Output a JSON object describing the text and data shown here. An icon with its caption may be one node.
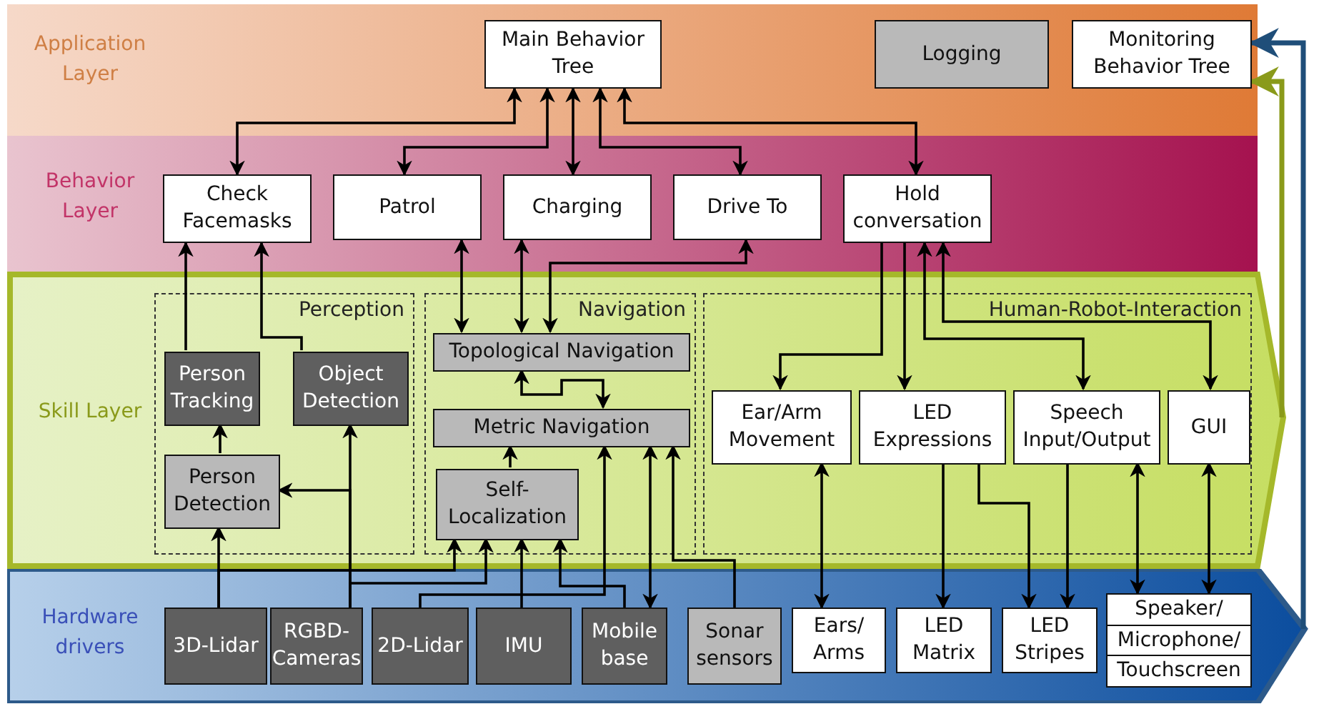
{
  "diagram": {
    "nodes": [
      {
        "text": [
          "Application Layer"
        ]
      },
      {
        "text": [
          "Main Behavior Tree"
        ],
        "in": 0
      },
      {
        "text": [
          "Logging"
        ],
        "in": 0
      },
      {
        "text": [
          "Monitoring Behavior Tree"
        ],
        "in": 0
      },
      {
        "text": [
          "Behavior Layer"
        ]
      },
      {
        "text": [
          "Check Facemasks"
        ],
        "in": 4
      },
      {
        "text": [
          "Patrol"
        ],
        "in": 4
      },
      {
        "text": [
          "Charging"
        ],
        "in": 4
      },
      {
        "text": [
          "Drive To"
        ],
        "in": 4
      },
      {
        "text": [
          "Hold conversation"
        ],
        "in": 4
      },
      {
        "text": [
          "Skill Layer"
        ]
      },
      {
        "text": [
          "Perception"
        ],
        "in": 10
      },
      {
        "text": [
          "Person Tracking"
        ],
        "in": 11
      },
      {
        "text": [
          "Object Detection"
        ],
        "in": 11
      },
      {
        "text": [
          "Person Detection"
        ],
        "in": 11
      },
      {
        "text": [
          "Navigation"
        ],
        "in": 10
      },
      {
        "text": [
          "Topological Navigation"
        ],
        "in": 15
      },
      {
        "text": [
          "Metric Navigation"
        ],
        "in": 15
      },
      {
        "text": [
          "Self-Localization"
        ],
        "in": 15
      },
      {
        "text": [
          "Human-Robot-Interaction"
        ],
        "in": 10
      },
      {
        "text": [
          "Ear/Arm Movement"
        ],
        "in": 19
      },
      {
        "text": [
          "LED Expressions"
        ],
        "in": 19
      },
      {
        "text": [
          "Speech Input/Output"
        ],
        "in": 19
      },
      {
        "text": [
          "GUI"
        ],
        "in": 19
      },
      {
        "text": [
          "Hardware drivers"
        ]
      },
      {
        "text": [
          "3D-Lidar"
        ],
        "in": 24
      },
      {
        "text": [
          "RGBD-Cameras"
        ],
        "in": 24
      },
      {
        "text": [
          "2D-Lidar"
        ],
        "in": 24
      },
      {
        "text": [
          "IMU"
        ],
        "in": 24
      },
      {
        "text": [
          "Mobile base"
        ],
        "in": 24
      },
      {
        "text": [
          "Sonar sensors"
        ],
        "in": 24
      },
      {
        "text": [
          "Ears/ Arms"
        ],
        "in": 24
      },
      {
        "text": [
          "LED Matrix"
        ],
        "in": 24
      },
      {
        "text": [
          "LED Stripes"
        ],
        "in": 24
      },
      {
        "text": [
          "Speaker/",
          "Microphone/",
          "Touchscreen"
        ],
        "in": 24
      }
    ],
    "edges": [
      {
        "from": 1,
        "to": 5,
        "arrow": "both"
      },
      {
        "from": 1,
        "to": 6,
        "arrow": "both"
      },
      {
        "from": 1,
        "to": 7,
        "arrow": "both"
      },
      {
        "from": 1,
        "to": 8,
        "arrow": "both"
      },
      {
        "from": 1,
        "to": 9,
        "arrow": "both"
      },
      {
        "from": 12,
        "to": 5,
        "arrow": "to"
      },
      {
        "from": 13,
        "to": 5,
        "arrow": "to"
      },
      {
        "from": 6,
        "to": 16,
        "arrow": "both"
      },
      {
        "from": 7,
        "to": 16,
        "arrow": "both"
      },
      {
        "from": 8,
        "to": 16,
        "arrow": "both"
      },
      {
        "from": 9,
        "to": 20,
        "arrow": "to"
      },
      {
        "from": 9,
        "to": 21,
        "arrow": "to"
      },
      {
        "from": 9,
        "to": 22,
        "arrow": "both"
      },
      {
        "from": 9,
        "to": 23,
        "arrow": "both"
      },
      {
        "from": 14,
        "to": 12,
        "arrow": "to"
      },
      {
        "from": 16,
        "to": 17,
        "arrow": "both"
      },
      {
        "from": 18,
        "to": 17,
        "arrow": "to"
      },
      {
        "from": 25,
        "to": 14,
        "arrow": "to"
      },
      {
        "from": 25,
        "to": 18,
        "arrow": "to"
      },
      {
        "from": 26,
        "to": 13,
        "arrow": "to"
      },
      {
        "from": 26,
        "to": 14,
        "arrow": "to"
      },
      {
        "from": 26,
        "to": 18,
        "arrow": "to"
      },
      {
        "from": 27,
        "to": 17,
        "arrow": "to"
      },
      {
        "from": 28,
        "to": 18,
        "arrow": "to"
      },
      {
        "from": 29,
        "to": 18,
        "arrow": "to"
      },
      {
        "from": 29,
        "to": 17,
        "arrow": "both"
      },
      {
        "from": 30,
        "to": 17,
        "arrow": "to"
      },
      {
        "from": 20,
        "to": 31,
        "arrow": "both"
      },
      {
        "from": 21,
        "to": 32,
        "arrow": "to"
      },
      {
        "from": 21,
        "to": 33,
        "arrow": "to"
      },
      {
        "from": 22,
        "to": 33,
        "arrow": "to"
      },
      {
        "from": 22,
        "to": 34,
        "arrow": "both"
      },
      {
        "from": 23,
        "to": 34,
        "arrow": "both"
      },
      {
        "from": 24,
        "to": 3,
        "arrow": "to",
        "style": "thick",
        "color": "#1f4e79"
      },
      {
        "from": 10,
        "to": 3,
        "arrow": "to",
        "style": "thick",
        "color": "#8a9a1a"
      }
    ]
  }
}
